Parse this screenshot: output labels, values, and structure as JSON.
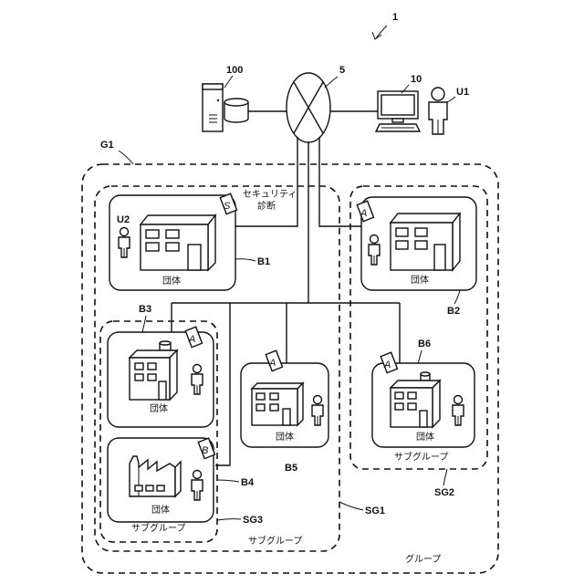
{
  "refs": {
    "system": "1",
    "server": "100",
    "network": "5",
    "terminal": "10",
    "user1": "U1",
    "group": "G1",
    "user2": "U2",
    "b1": "B1",
    "b2": "B2",
    "b3": "B3",
    "b4": "B4",
    "b5": "B5",
    "b6": "B6",
    "sg1": "SG1",
    "sg2": "SG2",
    "sg3": "SG3"
  },
  "labels": {
    "security_line1": "セキュリティ",
    "security_line2": "診断",
    "org": "団体",
    "subgroup": "サブグループ",
    "group": "グループ"
  },
  "doc_letters": {
    "b1": "S",
    "b2": "A",
    "b3": "A",
    "b4": "B",
    "b5": "A",
    "b6": "A"
  }
}
